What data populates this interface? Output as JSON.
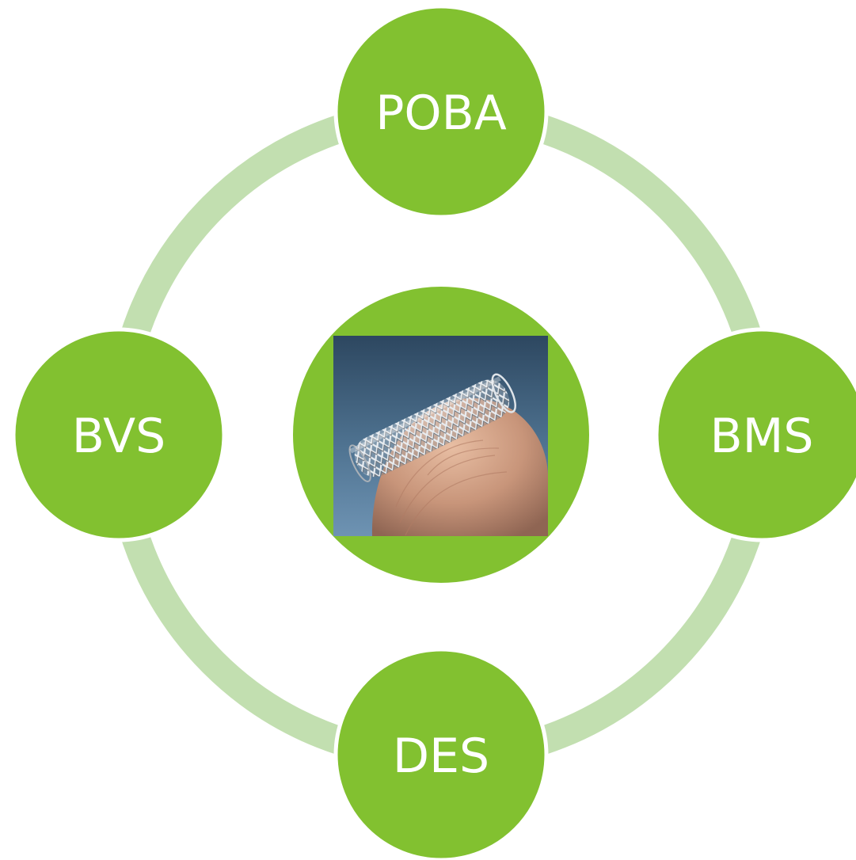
{
  "diagram": {
    "ring_color": "#c2dfb0",
    "node_color": "#82c130",
    "node_border_color": "#ffffff",
    "label_color": "#ffffff",
    "nodes": [
      {
        "id": "poba",
        "label": "POBA"
      },
      {
        "id": "bms",
        "label": "BMS"
      },
      {
        "id": "des",
        "label": "DES"
      },
      {
        "id": "bvs",
        "label": "BVS"
      }
    ],
    "center": {
      "image": "stent-on-fingertip-photo"
    }
  }
}
